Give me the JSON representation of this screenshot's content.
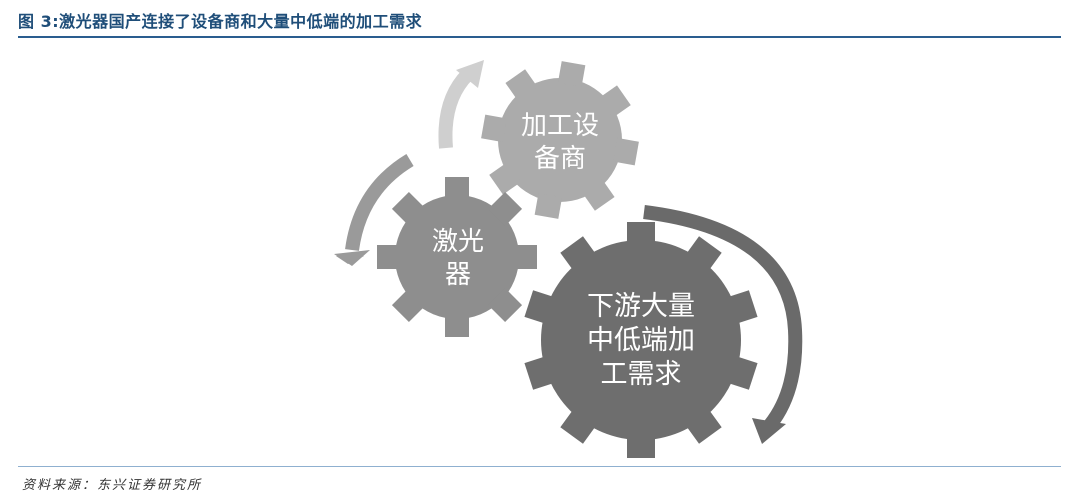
{
  "figure": {
    "title": "图 3:激光器国产连接了设备商和大量中低端的加工需求",
    "source": "资料来源：东兴证券研究所"
  },
  "diagram": {
    "gears": [
      {
        "id": "equipment-vendor",
        "label_line1": "加工设",
        "label_line2": "备商",
        "label_line3": "",
        "color": "#ababab"
      },
      {
        "id": "laser",
        "label_line1": "激光",
        "label_line2": "器",
        "label_line3": "",
        "color": "#8e8e8e"
      },
      {
        "id": "downstream-demand",
        "label_line1": "下游大量",
        "label_line2": "中低端加",
        "label_line3": "工需求",
        "color": "#6e6e6e"
      }
    ],
    "arrows": [
      {
        "id": "arrow-up",
        "color": "#cfcfcf"
      },
      {
        "id": "arrow-left-down",
        "color": "#9a9a9a"
      },
      {
        "id": "arrow-right-down",
        "color": "#6a6a6a"
      }
    ]
  }
}
